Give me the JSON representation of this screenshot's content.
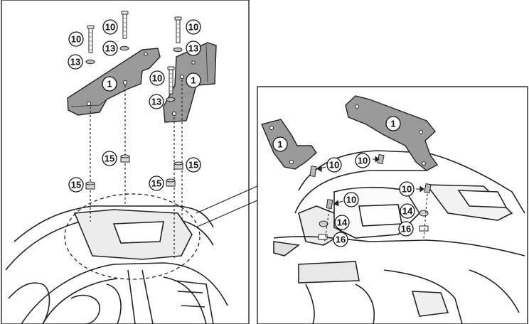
{
  "callouts": {
    "bracket": "1",
    "screw": "10",
    "washer": "13",
    "rubber_pad": "14",
    "nut": "15",
    "spacer": "16"
  },
  "colors": {
    "line": "#222222",
    "part_fill": "#9a9a9a",
    "part_fill_dark": "#7d7d7d",
    "body_fill": "#e8e8e8",
    "frame": "#333333"
  }
}
